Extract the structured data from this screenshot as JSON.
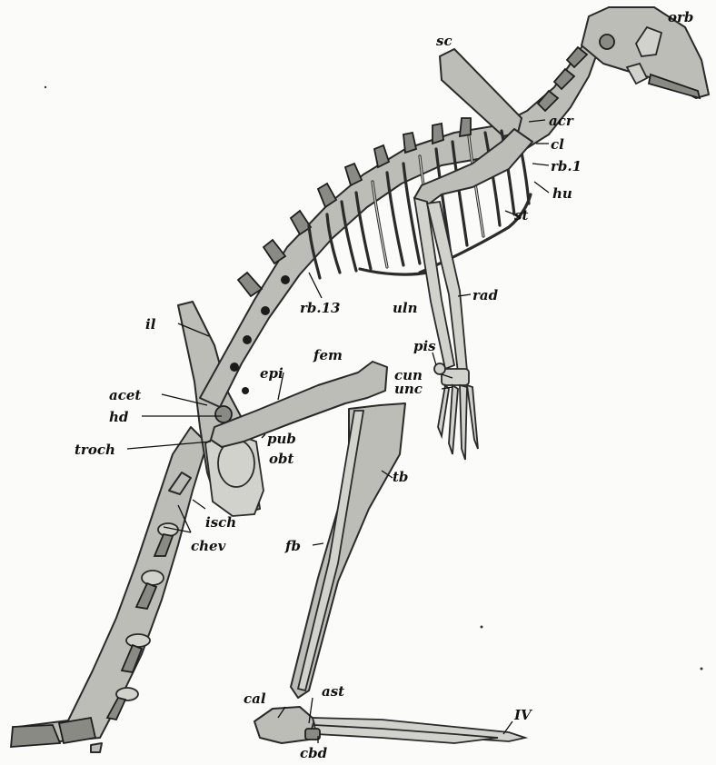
{
  "figure": {
    "labels": {
      "orb": "orb",
      "sc": "sc",
      "acr": "acr",
      "cl": "cl",
      "rb1": "rb.1",
      "hu": "hu",
      "st": "st",
      "rb13": "rb.13",
      "uln": "uln",
      "rad": "rad",
      "il": "il",
      "pis": "pis",
      "fem": "fem",
      "epi": "epi",
      "cun": "cun",
      "unc": "unc",
      "acet": "acet",
      "hd": "hd",
      "pub": "pub",
      "obt": "obt",
      "troch": "troch",
      "tb": "tb",
      "isch": "isch",
      "chev": "chev",
      "fb": "fb",
      "cal": "cal",
      "ast": "ast",
      "iv": "IV",
      "cbd": "cbd"
    }
  }
}
